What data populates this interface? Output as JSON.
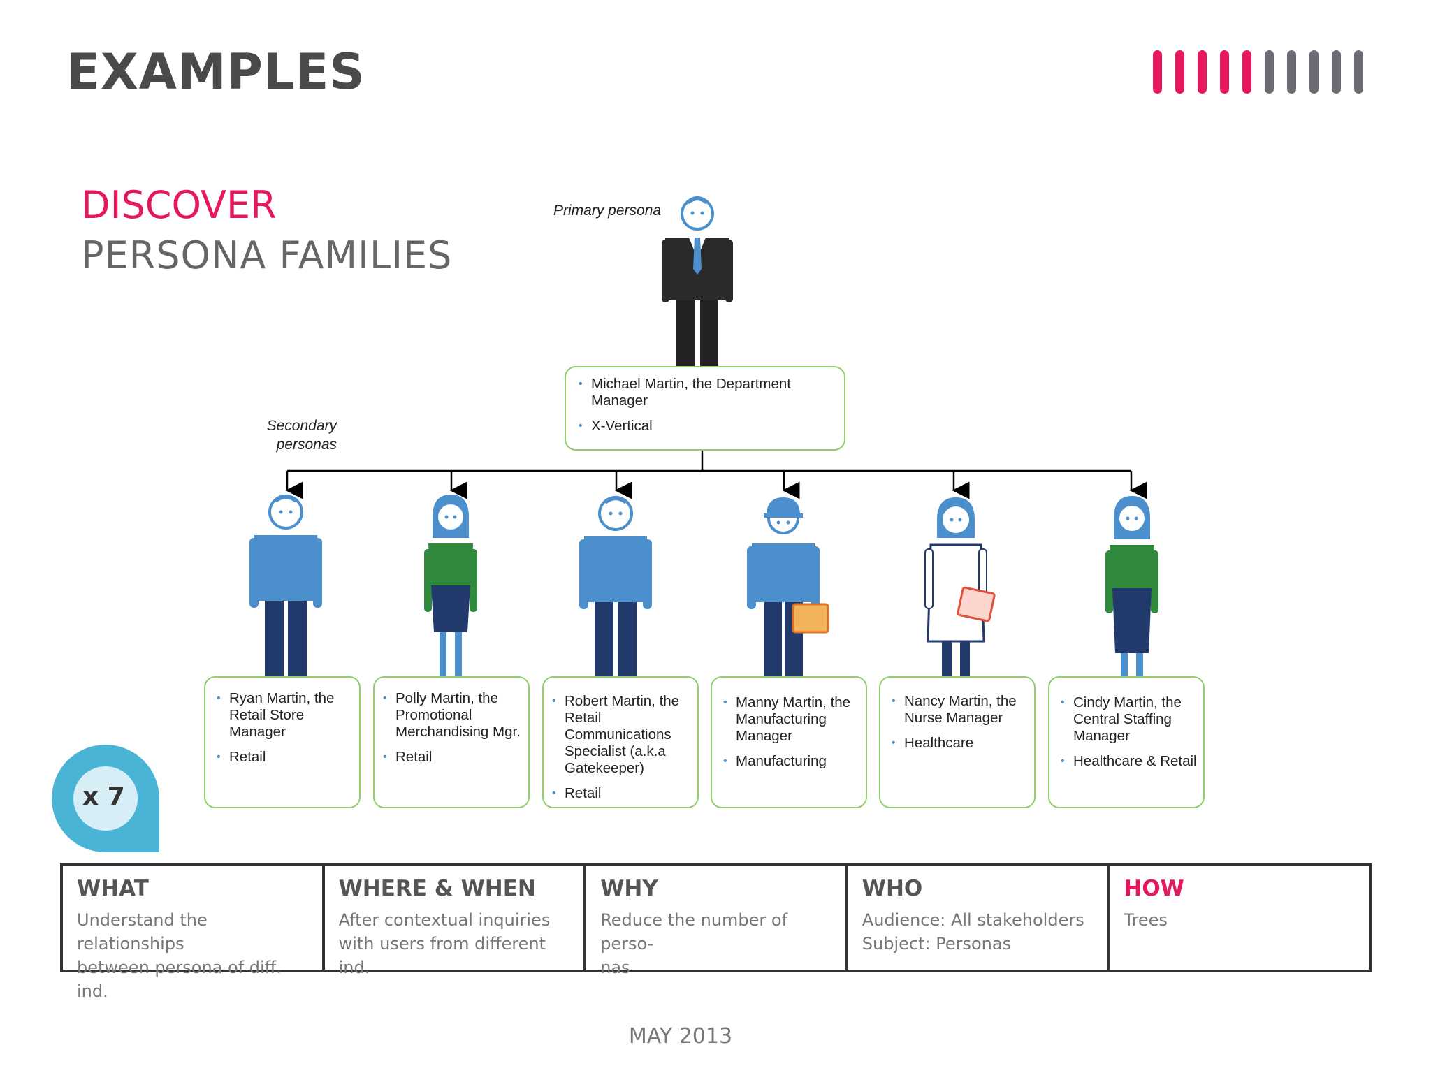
{
  "header": {
    "title": "EXAMPLES",
    "progress": {
      "total": 10,
      "filled": 5,
      "filled_color": "#e5175f",
      "empty_color": "#6b6b73"
    }
  },
  "section": {
    "kicker": "DISCOVER",
    "heading": "PERSONA FAMILIES"
  },
  "diagram": {
    "primary_label": "Primary persona",
    "secondary_label_line1": "Secondary",
    "secondary_label_line2": "personas",
    "primary": {
      "name": "Michael Martin, the Department Manager",
      "vertical": "X-Vertical"
    },
    "secondary": [
      {
        "name": "Ryan Martin, the Retail Store Manager",
        "vertical": "Retail"
      },
      {
        "name": "Polly Martin, the Promotional Merchandising Mgr.",
        "vertical": "Retail"
      },
      {
        "name": "Robert Martin, the Retail Communications Specialist (a.k.a Gatekeeper)",
        "vertical": "Retail"
      },
      {
        "name": "Manny Martin, the Manufacturing Manager",
        "vertical": "Manufacturing"
      },
      {
        "name": "Nancy Martin, the Nurse Manager",
        "vertical": "Healthcare"
      },
      {
        "name": "Cindy Martin, the Central Staffing Manager",
        "vertical": "Healthcare & Retail"
      }
    ]
  },
  "badge": {
    "text": "x 7",
    "color": "#4ab4d6"
  },
  "info_table": [
    {
      "heading": "WHAT",
      "line1": "Understand the relationships",
      "line2": "between persona of diff. ind."
    },
    {
      "heading": "WHERE & WHEN",
      "line1": "After contextual inquiries",
      "line2": "with users from different ind."
    },
    {
      "heading": "WHY",
      "line1": "Reduce the number of perso-",
      "line2": "nas"
    },
    {
      "heading": "WHO",
      "line1": "Audience: All stakeholders",
      "line2": "Subject: Personas"
    },
    {
      "heading": "HOW",
      "line1": "Trees",
      "line2": ""
    }
  ],
  "footer": {
    "date": "MAY 2013"
  }
}
